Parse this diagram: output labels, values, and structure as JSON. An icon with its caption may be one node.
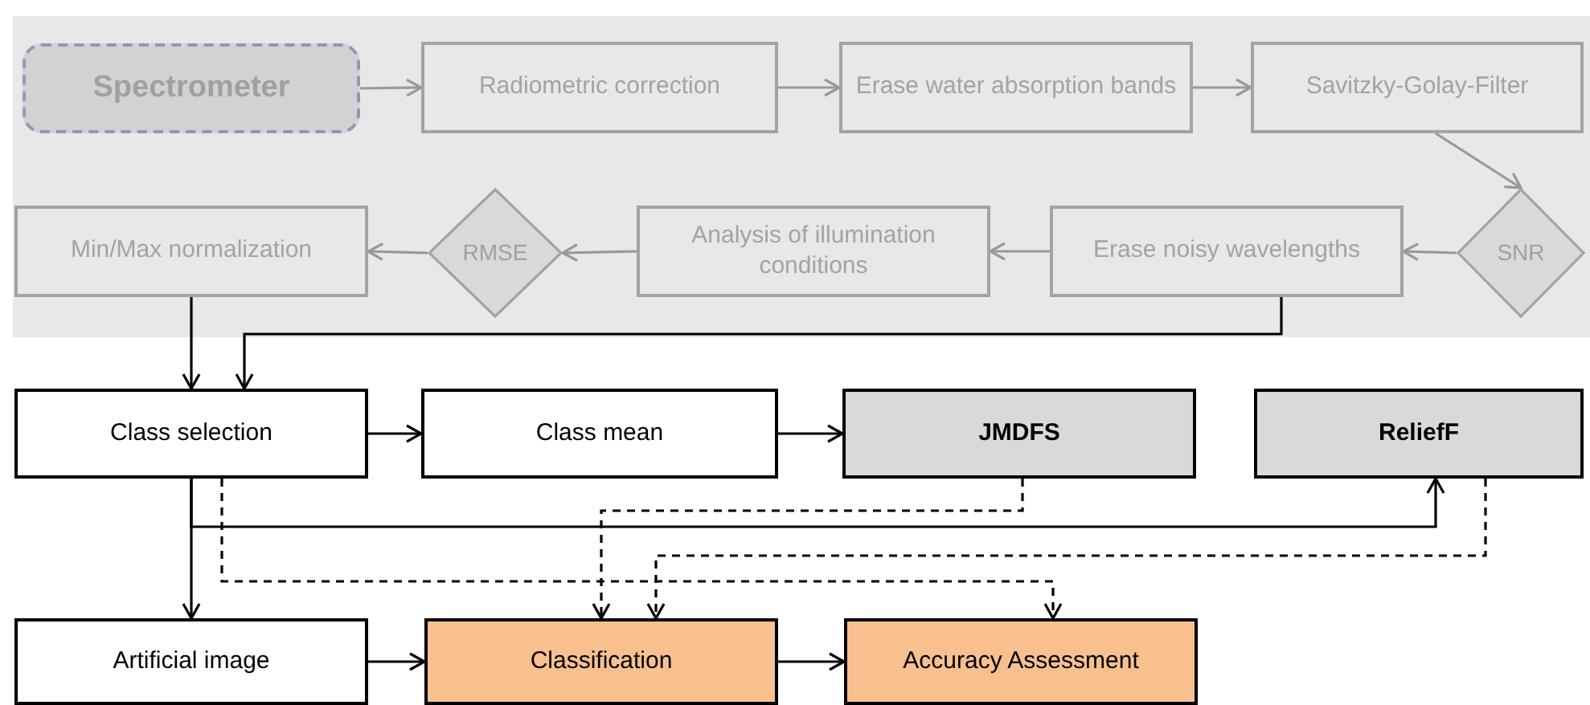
{
  "diagram": {
    "nodes": [
      {
        "text": [
          "Spectrometer"
        ]
      },
      {
        "text": [
          "Radiometric correction"
        ]
      },
      {
        "text": [
          "Erase water absorption bands"
        ]
      },
      {
        "text": [
          "Savitzky-Golay-Filter"
        ]
      },
      {
        "text": [
          "SNR"
        ]
      },
      {
        "text": [
          "Erase noisy wavelengths"
        ]
      },
      {
        "text": [
          "Analysis of illumination conditions"
        ]
      },
      {
        "text": [
          "RMSE"
        ]
      },
      {
        "text": [
          "Min/Max normalization"
        ]
      },
      {
        "text": [
          "Class selection"
        ]
      },
      {
        "text": [
          "Class mean"
        ]
      },
      {
        "text": [
          "JMDFS"
        ]
      },
      {
        "text": [
          "ReliefF"
        ]
      },
      {
        "text": [
          "Artificial image"
        ]
      },
      {
        "text": [
          "Classification"
        ]
      },
      {
        "text": [
          "Accuracy Assessment"
        ]
      }
    ],
    "edges": [
      {
        "from": 0,
        "to": 1,
        "arrow": "to",
        "color": "#999999"
      },
      {
        "from": 1,
        "to": 2,
        "arrow": "to",
        "color": "#999999"
      },
      {
        "from": 2,
        "to": 3,
        "arrow": "to",
        "color": "#999999"
      },
      {
        "from": 3,
        "to": 4,
        "arrow": "to",
        "color": "#999999"
      },
      {
        "from": 4,
        "to": 5,
        "arrow": "to",
        "color": "#999999"
      },
      {
        "from": 5,
        "to": 6,
        "arrow": "to",
        "color": "#999999"
      },
      {
        "from": 6,
        "to": 7,
        "arrow": "to",
        "color": "#999999"
      },
      {
        "from": 7,
        "to": 8,
        "arrow": "to",
        "color": "#999999"
      },
      {
        "from": 8,
        "to": 9,
        "arrow": "to"
      },
      {
        "from": 5,
        "to": 9,
        "arrow": "to"
      },
      {
        "from": 9,
        "to": 10,
        "arrow": "to"
      },
      {
        "from": 10,
        "to": 11,
        "arrow": "to"
      },
      {
        "from": 9,
        "to": 13,
        "arrow": "to"
      },
      {
        "from": 9,
        "to": 12,
        "arrow": "to"
      },
      {
        "from": 9,
        "to": 15,
        "arrow": "to",
        "style": "dashed"
      },
      {
        "from": 11,
        "to": 14,
        "arrow": "to",
        "style": "dashed"
      },
      {
        "from": 12,
        "to": 14,
        "arrow": "to",
        "style": "dashed"
      },
      {
        "from": 13,
        "to": 14,
        "arrow": "to"
      },
      {
        "from": 14,
        "to": 15,
        "arrow": "to"
      }
    ]
  }
}
